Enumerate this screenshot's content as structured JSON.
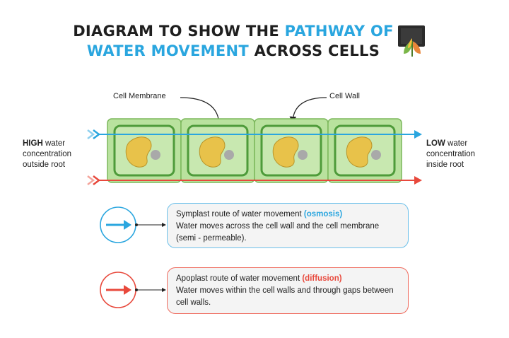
{
  "title": {
    "line1_a": "DIAGRAM TO SHOW THE ",
    "line1_b": "PATHWAY OF",
    "line2_a": "WATER MOVEMENT",
    "line2_b": " ACROSS CELLS"
  },
  "labels": {
    "cell_membrane": "Cell Membrane",
    "cell_wall": "Cell Wall"
  },
  "left_text": {
    "bold": "HIGH",
    "rest1": " water",
    "line2": "concentration",
    "line3": "outside root"
  },
  "right_text": {
    "bold": "LOW",
    "rest1": " water",
    "line2": "concentration",
    "line3": "inside root"
  },
  "legend": {
    "symplast": {
      "title_a": "Symplast route of water movement ",
      "title_b": "(osmosis)",
      "desc": "Water moves across the cell wall and the cell membrane (semi - permeable)."
    },
    "apoplast": {
      "title_a": "Apoplast route of water movement ",
      "title_b": "(diffusion)",
      "desc": "Water moves within the cell walls and through gaps between cell walls."
    }
  },
  "colors": {
    "blue_arrow": "#2aa6df",
    "red_arrow": "#e8493c",
    "cell_wall": "#a6d98a",
    "membrane": "#4e9b3a",
    "nucleus": "#e8c24a",
    "vacuole": "#a9a9a9"
  },
  "icons": [
    "logo-icon",
    "blue-arrow-icon",
    "red-arrow-icon",
    "nucleus-icon",
    "vacuole-icon"
  ]
}
